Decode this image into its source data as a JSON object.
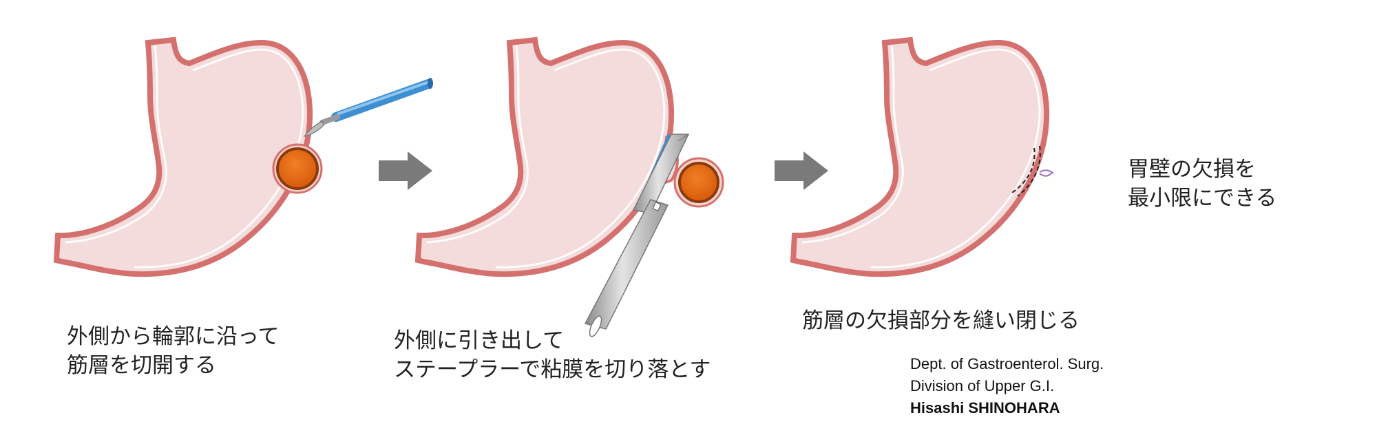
{
  "captions": {
    "step1": {
      "line1": "外側から輪郭に沿って",
      "line2": "筋層を切開する"
    },
    "step2": {
      "line1": "外側に引き出して",
      "line2": "ステープラーで粘膜を切り落とす"
    },
    "step3": {
      "line1": "筋層の欠損部分を縫い閉じる"
    },
    "result": {
      "line1": "胃壁の欠損を",
      "line2": "最小限にできる"
    }
  },
  "credit": {
    "dept": "Dept. of Gastroenterol. Surg.",
    "division": "Division of Upper G.I.",
    "author": "Hisashi SHINOHARA"
  },
  "colors": {
    "stomach_fill": "#f4dcdc",
    "stomach_wall": "#d4706e",
    "tumor": "#e86412",
    "tumor_rim": "#8a3a10",
    "scalpel_handle": "#3e8fd2",
    "stapler": "#b8b8b8",
    "arrow": "#7a7a7a"
  },
  "icons": [
    "stomach-icon",
    "tumor-icon",
    "scalpel-icon",
    "stapler-icon",
    "suture-icon",
    "arrow-right-icon"
  ]
}
